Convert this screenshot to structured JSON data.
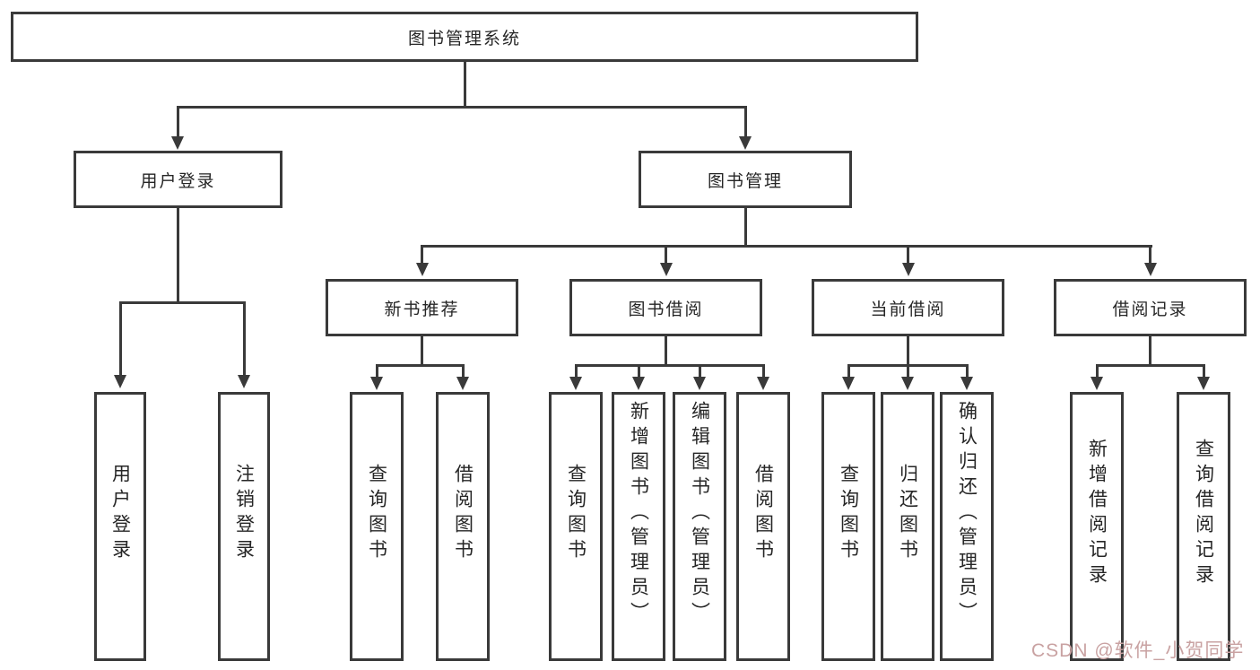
{
  "diagram": {
    "root": {
      "label": "图书管理系统"
    },
    "level1": [
      {
        "label": "用户登录"
      },
      {
        "label": "图书管理"
      }
    ],
    "level2": [
      {
        "label": "新书推荐"
      },
      {
        "label": "图书借阅"
      },
      {
        "label": "当前借阅"
      },
      {
        "label": "借阅记录"
      }
    ],
    "leaves": {
      "user": [
        "用户登录",
        "注销登录"
      ],
      "newbook": [
        "查询图书",
        "借阅图书"
      ],
      "borrow": [
        "查询图书",
        "新增图书（管理员）",
        "编辑图书（管理员）",
        "借阅图书"
      ],
      "current": [
        "查询图书",
        "归还图书",
        "确认归还（管理员）"
      ],
      "records": [
        "新增借阅记录",
        "查询借阅记录"
      ]
    }
  },
  "watermark": {
    "text": "CSDN @软件_小贺同学"
  },
  "colors": {
    "line": "#3a3a3a",
    "text": "#262626",
    "watermark": "#c9a2a2",
    "background": "#ffffff"
  }
}
